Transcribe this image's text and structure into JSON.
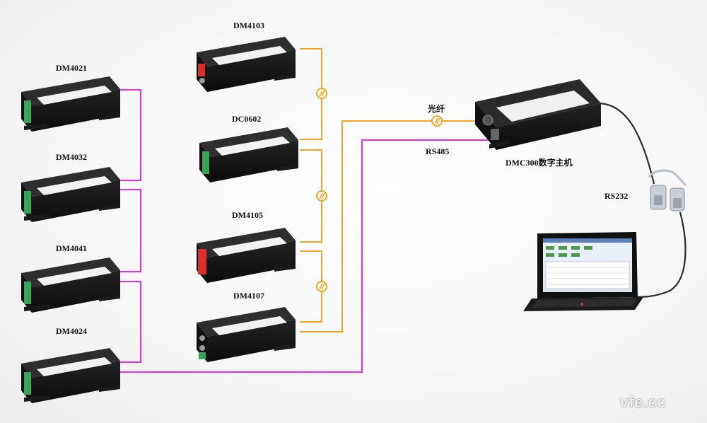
{
  "modules": {
    "dm4021": "DM4021",
    "dm4032": "DM4032",
    "dm4041": "DM4041",
    "dm4024": "DM4024",
    "dm4103": "DM4103",
    "dc0602": "DC0602",
    "dm4105": "DM4105",
    "dm4107": "DM4107"
  },
  "host": {
    "label": "DMC300数字主机"
  },
  "links": {
    "fiber": "光纤",
    "rs485": "RS485",
    "rs232": "RS232"
  },
  "colors": {
    "rs485_line": "#e62ee6",
    "fiber_line": "#f5a623",
    "cable": "#2a2a2a",
    "device_body": "#1c1c1c",
    "terminal_green": "#3aa35a",
    "connector_red": "#d93030"
  },
  "watermark": "vfe.cc"
}
